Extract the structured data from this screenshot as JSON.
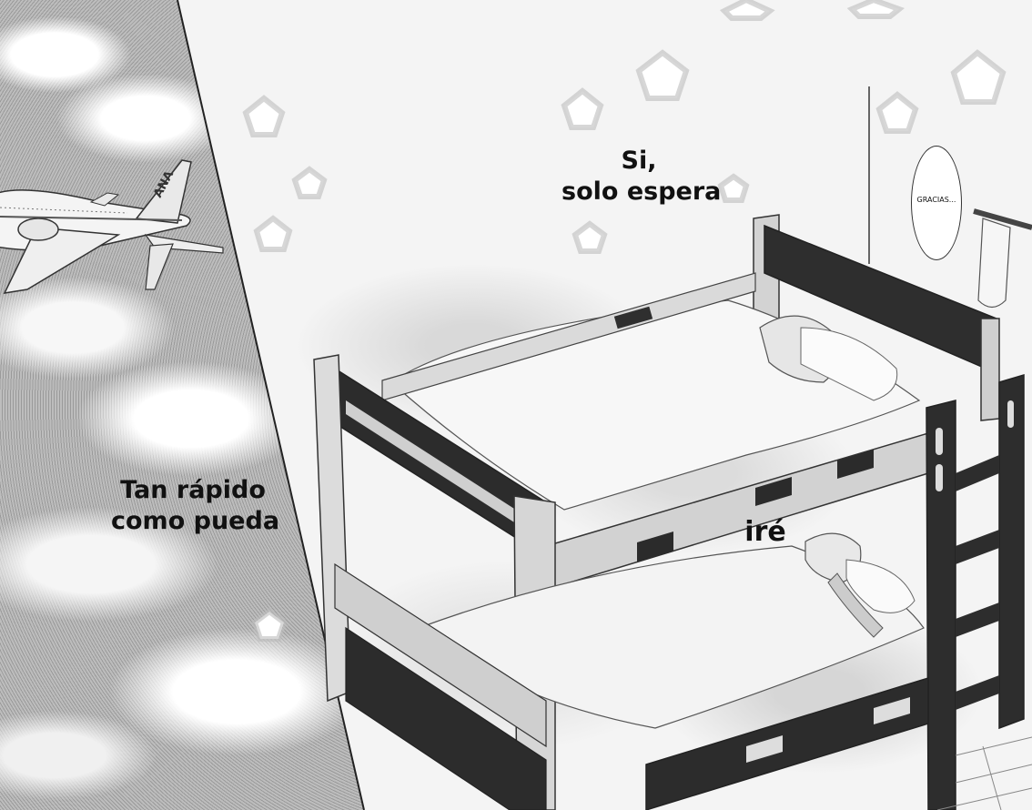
{
  "captions": {
    "left_line1": "Tan rápido",
    "left_line2": "como pueda",
    "top_line1": "Si,",
    "top_line2": "solo espera",
    "bed": "iré",
    "small_bubble": "GRACIAS..."
  },
  "airplane": {
    "tail_text": "ANA"
  },
  "colors": {
    "frame_dark": "#2b2b2b",
    "frame_light": "#cfcfcf",
    "sky_dark": "#9a9a9a",
    "sheet": "#f6f6f6"
  }
}
